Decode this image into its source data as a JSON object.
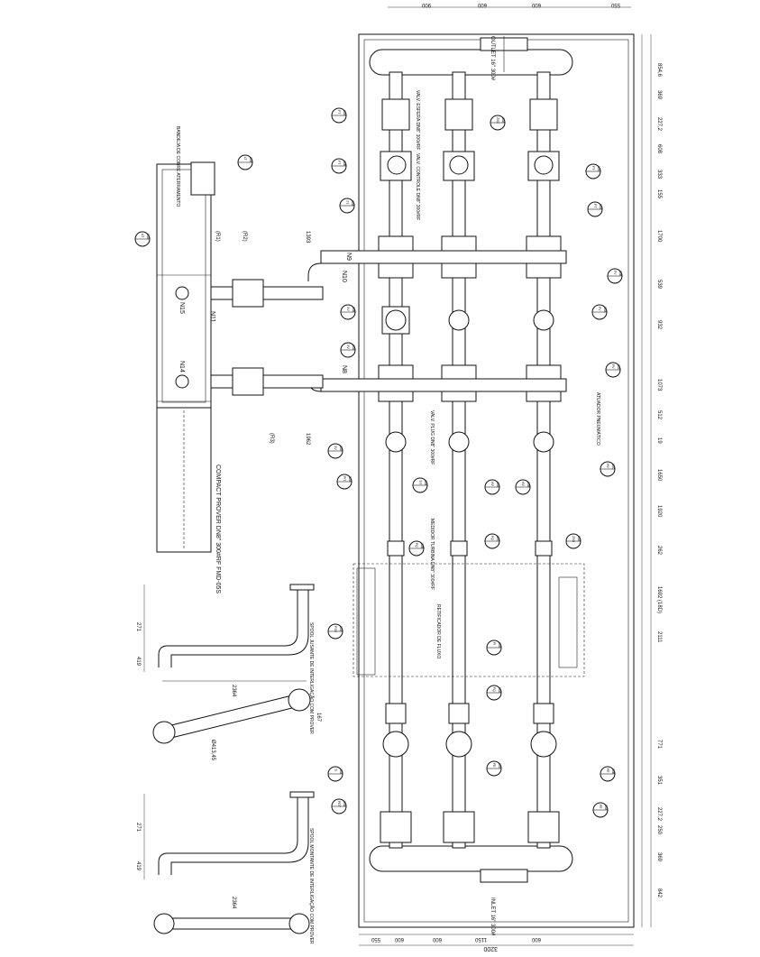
{
  "drawing": {
    "top_dims": [
      "550",
      "600",
      "600",
      "900"
    ],
    "bottom_dims": [
      "550",
      "600",
      "600",
      "1150",
      "600"
    ],
    "overall_width": "3200",
    "right_dims": [
      "854,6",
      "369",
      "227,2",
      "608",
      "333",
      "155",
      "1700",
      "539",
      "932",
      "1073",
      "512",
      "19",
      "1650",
      "1920",
      "262",
      "1692 (18D)",
      "2111",
      "771",
      "351",
      "227,2",
      "250",
      "369",
      "842"
    ],
    "nozzles": [
      "N10",
      "N11",
      "N14",
      "N15",
      "N8",
      "N9"
    ],
    "labels": {
      "outlet": "OUTLET 16\" 300#",
      "inlet": "INLET 16\" 300#",
      "compact_prover": "COMPACT PROVER DN8\" 300#RF FMD-05S",
      "spool_top": "SPOOL JUSANTE DE INTERLIGAÇÃO COM PROVER",
      "spool_bottom": "SPOOL MONTANTE DE INTERLIGAÇÃO COM PROVER",
      "spool_dim_top": "2364",
      "spool_dim_bottom": "2364",
      "spool_height_top": "271",
      "spool_height_bottom": "271",
      "spool_offset_top": "419",
      "spool_offset_bottom": "419",
      "spool_diag": "Ø413,45",
      "spool_diag_short": "167",
      "valve_esfera": "VALV. ESFERA DN8\" 300#RF",
      "valve_controle": "VALV. CONTROLE DN8\" 300#RF",
      "valve_plug": "VALV. PLUG DN8\" 300#RF",
      "medidor": "MEDIDOR TURBINA DN8\" 300#RF",
      "retificador": "RETIFICADOR DE FLUXO",
      "pneumatico": "ATUADOR PNEUMÁTICO",
      "bandeja": "BANDEJA DE COBRE ATERRAMENTO",
      "dim_1393": "1393",
      "dim_1962": "1962",
      "dim_r1": "(R1)",
      "dim_r2": "(R2)",
      "dim_r3": "(R3)"
    },
    "tags": [
      "FT 10A",
      "FT 10B",
      "FT 10C",
      "PT 10A",
      "TT 10A",
      "FV 10A",
      "FV 10B",
      "FV 10C",
      "XV 10A",
      "XV 10B",
      "XV 10C",
      "PIT 10A",
      "TIT 10A",
      "HV 10A",
      "HV 10B",
      "HV 10C",
      "PSV 10A",
      "PI 10A",
      "TI 10A",
      "PDT 10A",
      "FE 10A",
      "FE 10B",
      "FE 10C",
      "FQ 10A",
      "FQ 10B",
      "FQ 10C",
      "ZSO 10A",
      "ZSC 10A",
      "LT 10A",
      "AT 10A"
    ]
  }
}
